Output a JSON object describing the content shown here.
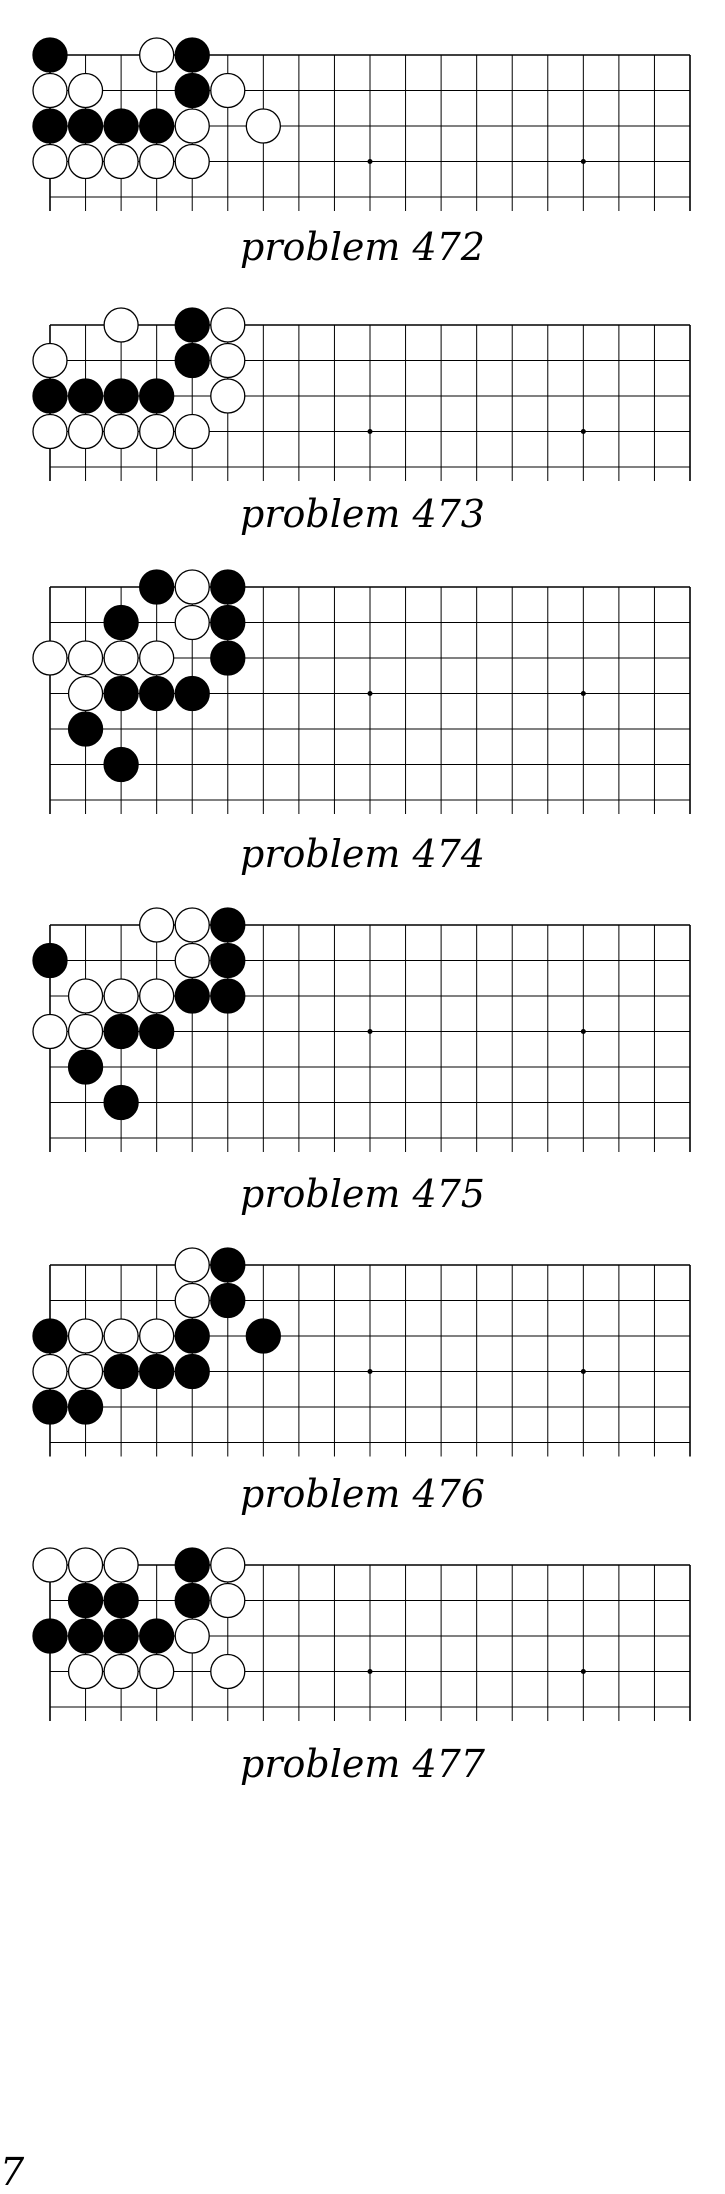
{
  "problems": [
    {
      "caption": "problem 472",
      "black": [
        [
          0,
          0
        ],
        [
          4,
          0
        ],
        [
          4,
          1
        ],
        [
          0,
          2
        ],
        [
          1,
          2
        ],
        [
          2,
          2
        ],
        [
          3,
          2
        ]
      ],
      "white": [
        [
          3,
          0
        ],
        [
          0,
          1
        ],
        [
          1,
          1
        ],
        [
          5,
          1
        ],
        [
          4,
          2
        ],
        [
          6,
          2
        ],
        [
          0,
          3
        ],
        [
          1,
          3
        ],
        [
          2,
          3
        ],
        [
          3,
          3
        ],
        [
          4,
          3
        ]
      ]
    },
    {
      "caption": "problem 473",
      "black": [
        [
          4,
          0
        ],
        [
          4,
          1
        ],
        [
          0,
          2
        ],
        [
          1,
          2
        ],
        [
          2,
          2
        ],
        [
          3,
          2
        ]
      ],
      "white": [
        [
          2,
          0
        ],
        [
          5,
          0
        ],
        [
          0,
          1
        ],
        [
          5,
          1
        ],
        [
          5,
          2
        ],
        [
          0,
          3
        ],
        [
          1,
          3
        ],
        [
          2,
          3
        ],
        [
          3,
          3
        ],
        [
          4,
          3
        ]
      ]
    },
    {
      "caption": "problem 474",
      "black": [
        [
          3,
          0
        ],
        [
          5,
          0
        ],
        [
          2,
          1
        ],
        [
          5,
          1
        ],
        [
          5,
          2
        ],
        [
          2,
          3
        ],
        [
          3,
          3
        ],
        [
          4,
          3
        ],
        [
          1,
          4
        ],
        [
          2,
          5
        ]
      ],
      "white": [
        [
          4,
          0
        ],
        [
          4,
          1
        ],
        [
          0,
          2
        ],
        [
          1,
          2
        ],
        [
          2,
          2
        ],
        [
          3,
          2
        ],
        [
          1,
          3
        ]
      ]
    },
    {
      "caption": "problem 475",
      "black": [
        [
          5,
          0
        ],
        [
          0,
          1
        ],
        [
          5,
          1
        ],
        [
          4,
          2
        ],
        [
          5,
          2
        ],
        [
          2,
          3
        ],
        [
          3,
          3
        ],
        [
          1,
          4
        ],
        [
          2,
          5
        ]
      ],
      "white": [
        [
          3,
          0
        ],
        [
          4,
          0
        ],
        [
          4,
          1
        ],
        [
          1,
          2
        ],
        [
          2,
          2
        ],
        [
          3,
          2
        ],
        [
          0,
          3
        ],
        [
          1,
          3
        ]
      ]
    },
    {
      "caption": "problem 476",
      "black": [
        [
          5,
          0
        ],
        [
          5,
          1
        ],
        [
          0,
          2
        ],
        [
          4,
          2
        ],
        [
          6,
          2
        ],
        [
          2,
          3
        ],
        [
          3,
          3
        ],
        [
          4,
          3
        ],
        [
          0,
          4
        ],
        [
          1,
          4
        ]
      ],
      "white": [
        [
          4,
          0
        ],
        [
          4,
          1
        ],
        [
          1,
          2
        ],
        [
          2,
          2
        ],
        [
          3,
          2
        ],
        [
          0,
          3
        ],
        [
          1,
          3
        ]
      ]
    },
    {
      "caption": "problem 477",
      "black": [
        [
          4,
          0
        ],
        [
          1,
          1
        ],
        [
          2,
          1
        ],
        [
          4,
          1
        ],
        [
          0,
          2
        ],
        [
          1,
          2
        ],
        [
          2,
          2
        ],
        [
          3,
          2
        ]
      ],
      "white": [
        [
          0,
          0
        ],
        [
          1,
          0
        ],
        [
          2,
          0
        ],
        [
          5,
          0
        ],
        [
          5,
          1
        ],
        [
          4,
          2
        ],
        [
          1,
          3
        ],
        [
          2,
          3
        ],
        [
          3,
          3
        ],
        [
          5,
          3
        ]
      ]
    }
  ],
  "page_number": "7"
}
